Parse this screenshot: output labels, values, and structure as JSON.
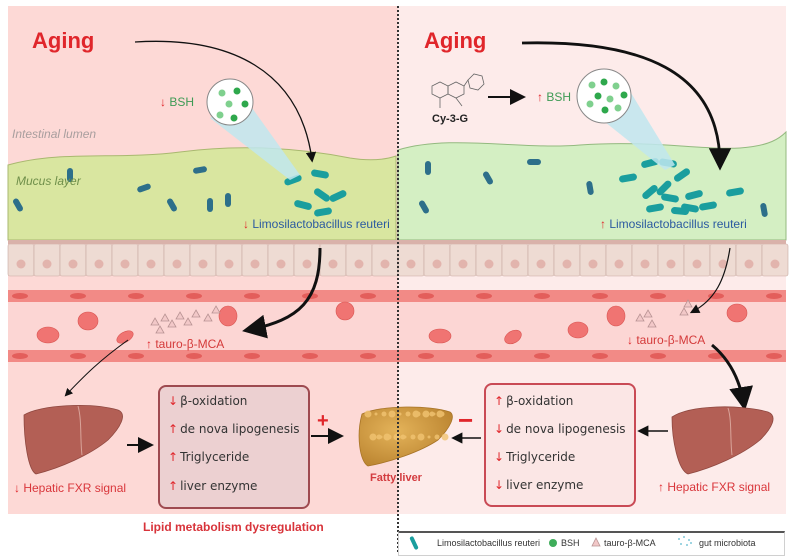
{
  "left": {
    "title": "Aging",
    "lumen_label": "Intestinal lumen",
    "mucus_label": "Mucus layer",
    "bsh": {
      "arrow": "↓",
      "label": "BSH"
    },
    "bacteria": {
      "arrow": "↓",
      "label": "Limosilactobacillus reuteri"
    },
    "tauro": {
      "arrow": "↑",
      "label": "tauro-β-MCA"
    },
    "fxr": {
      "arrow": "↓",
      "label": "Hepatic FXR signal"
    },
    "effects": [
      {
        "arrow": "↓",
        "label": "β-oxidation"
      },
      {
        "arrow": "↑",
        "label": "de nova lipogenesis"
      },
      {
        "arrow": "↑",
        "label": "Triglyceride"
      },
      {
        "arrow": "↑",
        "label": "liver enzyme"
      }
    ],
    "sign": "+",
    "caption": "Lipid metabolism dysregulation"
  },
  "right": {
    "title": "Aging",
    "compound": "Cy-3-G",
    "bsh": {
      "arrow": "↑",
      "label": "BSH"
    },
    "bacteria": {
      "arrow": "↑",
      "label": "Limosilactobacillus reuteri"
    },
    "tauro": {
      "arrow": "↓",
      "label": "tauro-β-MCA"
    },
    "fxr": {
      "arrow": "↑",
      "label": "Hepatic FXR signal"
    },
    "effects": [
      {
        "arrow": "↑",
        "label": "β-oxidation"
      },
      {
        "arrow": "↓",
        "label": "de nova lipogenesis"
      },
      {
        "arrow": "↓",
        "label": "Triglyceride"
      },
      {
        "arrow": "↓",
        "label": "liver enzyme"
      }
    ],
    "sign": "−"
  },
  "center": {
    "fatty_liver": "Fatty liver"
  },
  "legend": [
    {
      "icon": "rod-bacterium-icon",
      "label": "Limosilactobacillus reuteri"
    },
    {
      "icon": "green-dot-icon",
      "label": "BSH"
    },
    {
      "icon": "triangle-icon",
      "label": "tauro-β-MCA"
    },
    {
      "icon": "microbiota-dots-icon",
      "label": "gut  microbiota"
    }
  ],
  "colors": {
    "left_bg": "#fdd9d6",
    "right_bg": "#fdebea",
    "left_mucus": "#d9e6a0",
    "right_mucus": "#d4efc3",
    "accent_red": "#e0262b",
    "bacteria_teal": "#1a9e9e",
    "bsh_green": "#3ead5a",
    "blood_vessel": "#f28a86",
    "liver": "#b35f55",
    "fatty_liver": "#d9a24a"
  }
}
